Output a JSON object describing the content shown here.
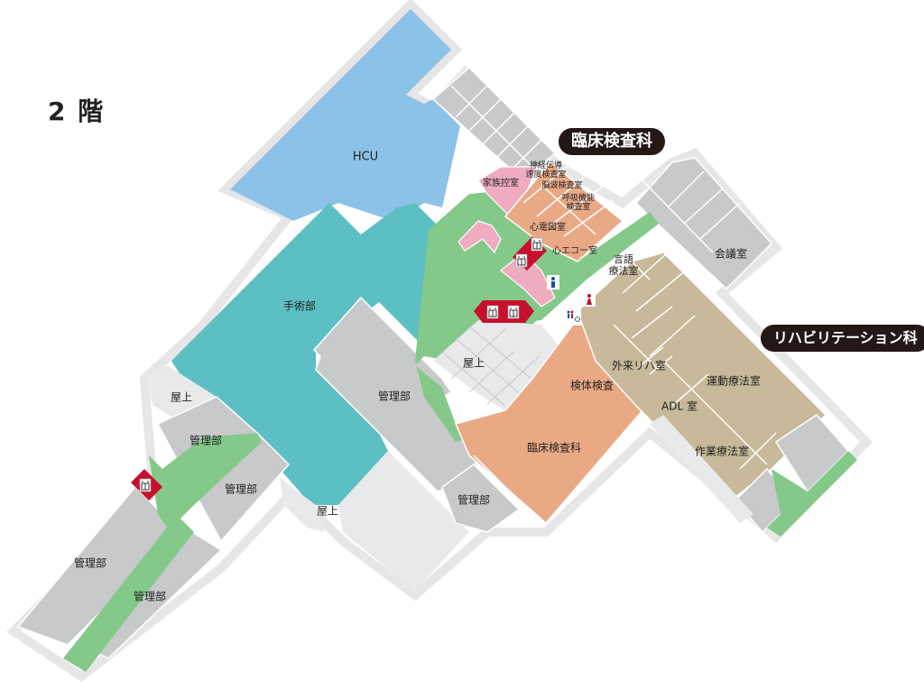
{
  "floor": {
    "label": "2 階"
  },
  "departments": {
    "clinical_lab": "臨床検査科",
    "rehab": "リハビリテーション科"
  },
  "rooms": {
    "hcu": "HCU",
    "surgery": "手術部",
    "admin_center": "管理部",
    "admin_bottom": "管理部",
    "admin_left1": "管理部",
    "admin_left2": "管理部",
    "admin_left3": "管理部",
    "admin_left4": "管理部",
    "roof_left": "屋上",
    "roof_bottom": "屋上",
    "roof_center": "屋上",
    "family_waiting": "家族控室",
    "nerve_conduction": "神経伝導\n速度検査室",
    "eeg": "脳波検査室",
    "respiratory": "呼吸機能\n検査室",
    "ecg": "心電図室",
    "echo": "心エコー室",
    "speech_therapy": "言語\n療法室",
    "conference": "会議室",
    "specimen_lab": "検体検査",
    "clinical_lab_main": "臨床検査科",
    "outpatient_rehab": "外来リハ室",
    "physical_therapy": "運動療法室",
    "adl": "ADL 室",
    "occupational_therapy": "作業療法室"
  },
  "icons": {
    "elevator": "elevator-icon",
    "restroom_male": "male-restroom-icon",
    "restroom_female": "female-restroom-icon",
    "restroom_accessible": "accessible-restroom-icon"
  },
  "colors": {
    "hcu": "#8dc2e8",
    "surgery": "#5cbfc4",
    "admin": "#c8c9cb",
    "roof": "#e8e9eb",
    "corridor": "#84c98a",
    "clinical_lab": "#eaa985",
    "rehab": "#c7b999",
    "pink": "#efabc0",
    "elevator_red": "#c8102e",
    "pill_bg": "#231815"
  }
}
